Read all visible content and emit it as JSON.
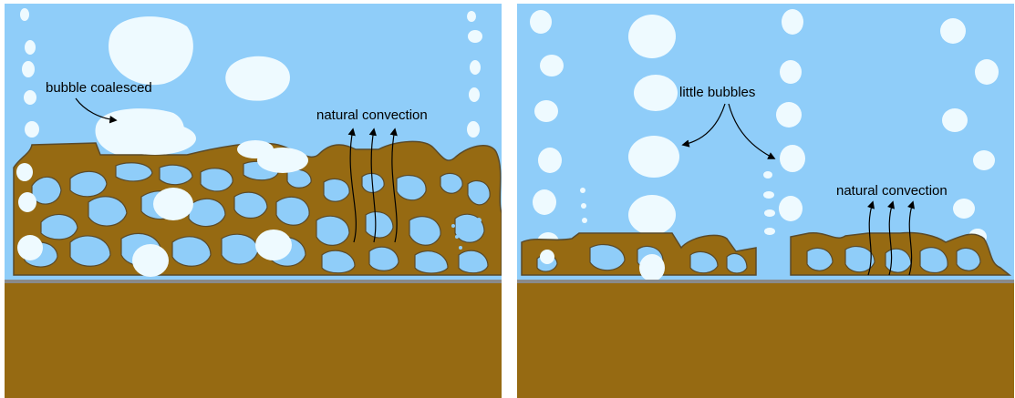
{
  "colors": {
    "liquid": "#8fcdf9",
    "bubble": "#eefaff",
    "porous_structure": "#966a12",
    "structure_outline": "#5a4a2a",
    "substrate": "#966a12",
    "substrate_top": "#8a8a8a"
  },
  "left_panel": {
    "label_coalesced": "bubble coalesced",
    "label_convection": "natural convection"
  },
  "right_panel": {
    "label_little_bubbles": "little bubbles",
    "label_convection": "natural convection"
  }
}
